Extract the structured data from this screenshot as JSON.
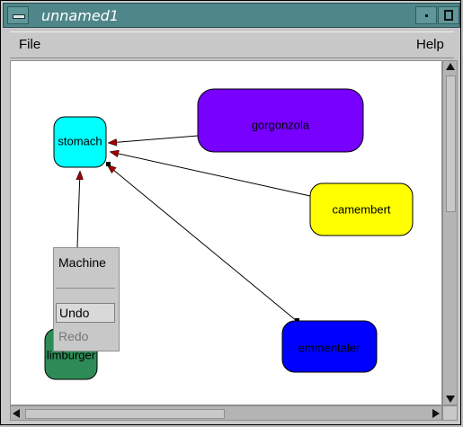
{
  "window": {
    "title": "unnamed1"
  },
  "menu": {
    "file": "File",
    "help": "Help"
  },
  "graph": {
    "nodes": [
      {
        "id": "stomach",
        "label": "stomach",
        "color": "#00ffff"
      },
      {
        "id": "gorgonzola",
        "label": "gorgonzola",
        "color": "#7700ff"
      },
      {
        "id": "camembert",
        "label": "camembert",
        "color": "#ffff00"
      },
      {
        "id": "emmentaler",
        "label": "emmentaler",
        "color": "#0000ff"
      },
      {
        "id": "limburger",
        "label": "limburger",
        "color": "#2e8b57"
      }
    ],
    "edges": [
      {
        "from": "gorgonzola",
        "to": "stomach",
        "color": "#8b0000"
      },
      {
        "from": "camembert",
        "to": "stomach",
        "color": "#8b0000"
      },
      {
        "from": "emmentaler",
        "to": "stomach",
        "color": "#8b0000"
      },
      {
        "from": "limburger",
        "to": "stomach",
        "color": "#8b0000"
      }
    ]
  },
  "context_menu": {
    "title": "Machine",
    "items": [
      {
        "label": "Undo",
        "enabled": true
      },
      {
        "label": "Redo",
        "enabled": false
      }
    ]
  }
}
